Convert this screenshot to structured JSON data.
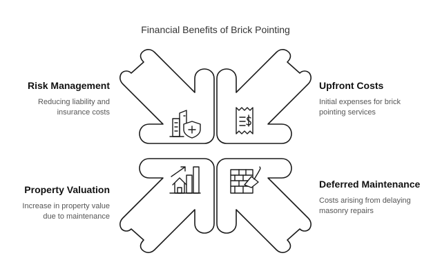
{
  "title": "Financial Benefits of Brick Pointing",
  "quadrants": {
    "risk": {
      "heading": "Risk Management",
      "description": "Reducing liability and insurance costs",
      "icon": "buildings-shield-icon"
    },
    "upfront": {
      "heading": "Upfront Costs",
      "description": "Initial expenses for brick pointing services",
      "icon": "receipt-dollar-icon"
    },
    "property": {
      "heading": "Property Valuation",
      "description": "Increase in property value due to maintenance",
      "icon": "house-growth-chart-icon"
    },
    "deferred": {
      "heading": "Deferred Maintenance",
      "description": "Costs arising from delaying masonry repairs",
      "icon": "brick-wall-trowel-icon"
    }
  }
}
